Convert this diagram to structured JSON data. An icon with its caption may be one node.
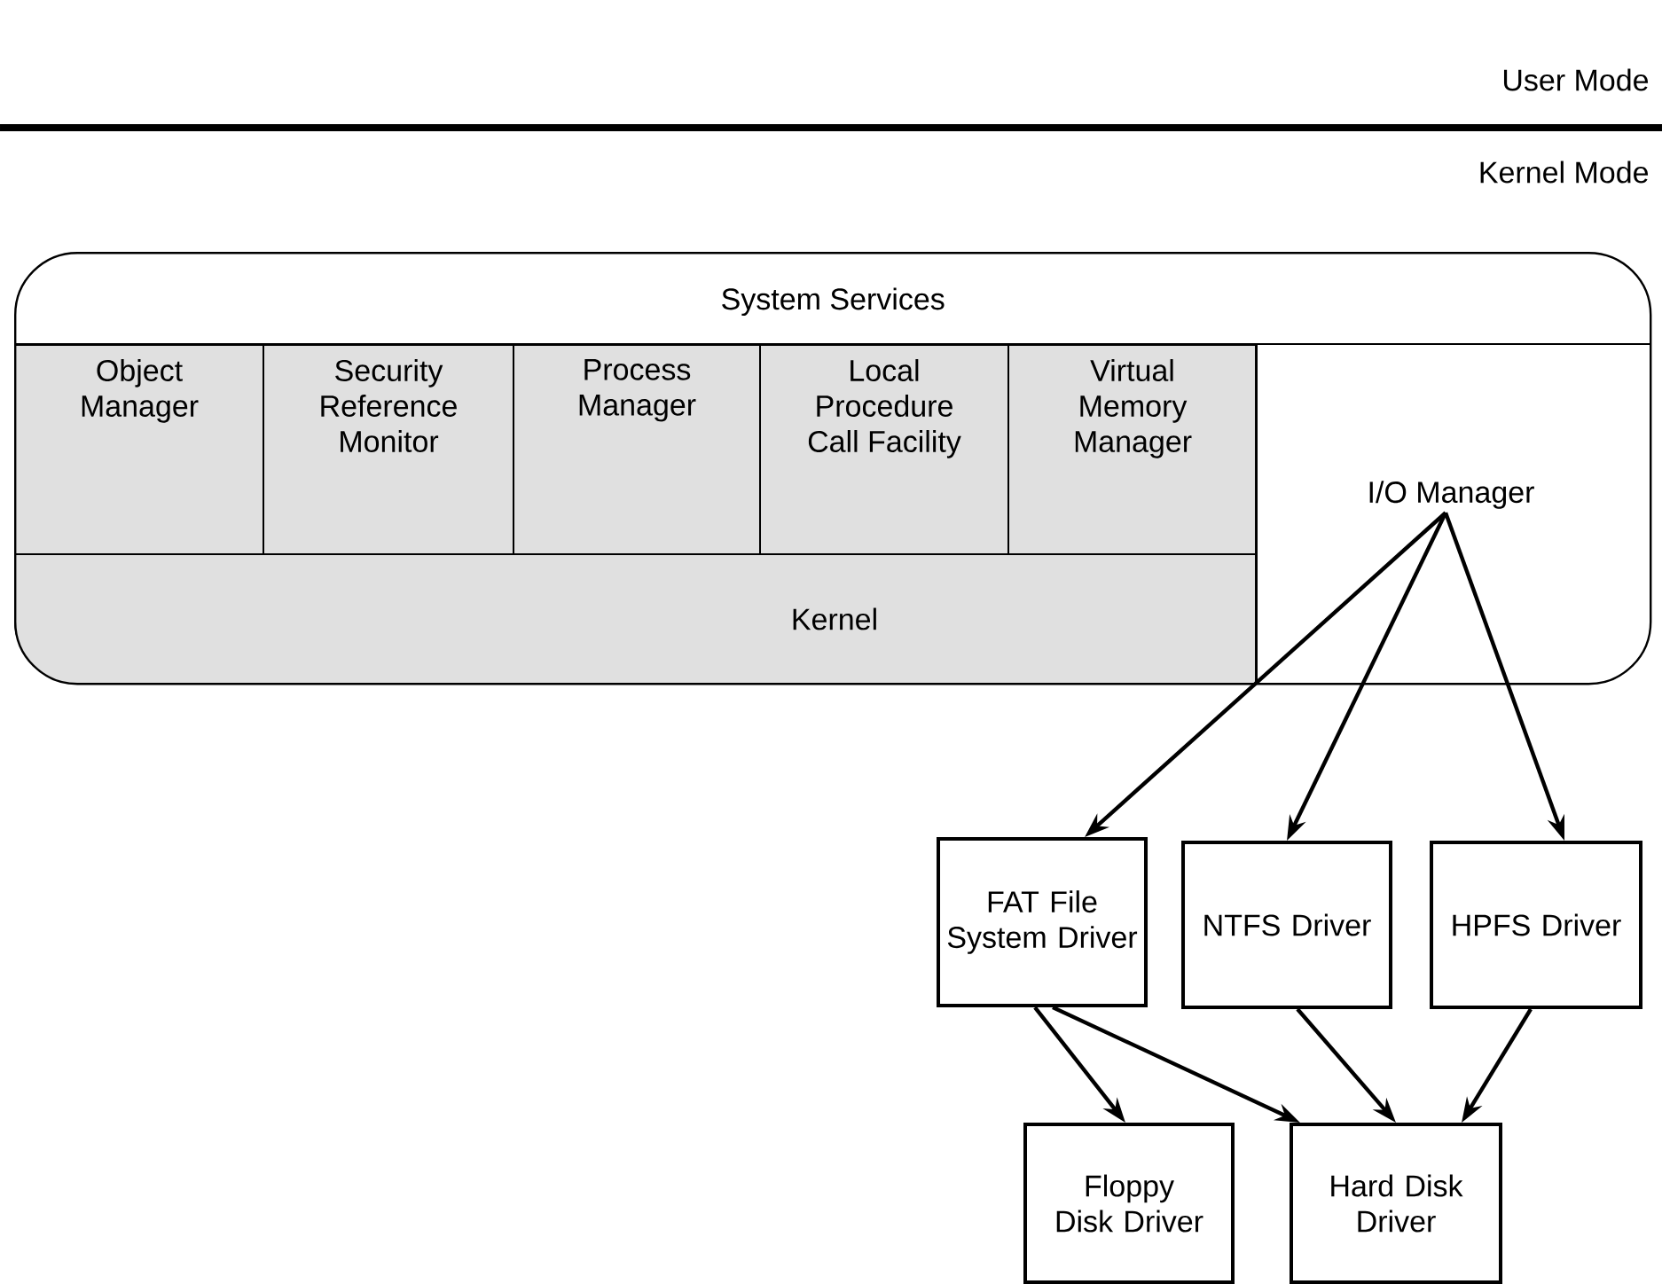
{
  "diagram": {
    "nodes": [
      {
        "text": [
          "System Services"
        ]
      },
      {
        "text": [
          "Object Manager"
        ],
        "in": 0
      },
      {
        "text": [
          "Security Reference Monitor"
        ],
        "in": 0
      },
      {
        "text": [
          "Process Manager"
        ],
        "in": 0
      },
      {
        "text": [
          "Local Procedure Call Facility"
        ],
        "in": 0
      },
      {
        "text": [
          "Virtual Memory Manager"
        ],
        "in": 0
      },
      {
        "text": [
          "Kernel"
        ],
        "in": 0
      },
      {
        "text": [
          "I/O Manager"
        ],
        "in": 0
      },
      {
        "text": [
          "FAT File System Driver"
        ]
      },
      {
        "text": [
          "NTFS Driver"
        ]
      },
      {
        "text": [
          "HPFS Driver"
        ]
      },
      {
        "text": [
          "Floppy Disk Driver"
        ]
      },
      {
        "text": [
          "Hard Disk Driver"
        ]
      }
    ],
    "edges": [
      {
        "from": 7,
        "to": 8,
        "arrow": "to"
      },
      {
        "from": 7,
        "to": 9,
        "arrow": "to"
      },
      {
        "from": 7,
        "to": 10,
        "arrow": "to"
      },
      {
        "from": 8,
        "to": 11,
        "arrow": "to"
      },
      {
        "from": 8,
        "to": 12,
        "arrow": "to"
      },
      {
        "from": 9,
        "to": 12,
        "arrow": "to"
      },
      {
        "from": 10,
        "to": 12,
        "arrow": "to"
      }
    ],
    "labels": [
      "User Mode",
      "Kernel Mode"
    ]
  }
}
